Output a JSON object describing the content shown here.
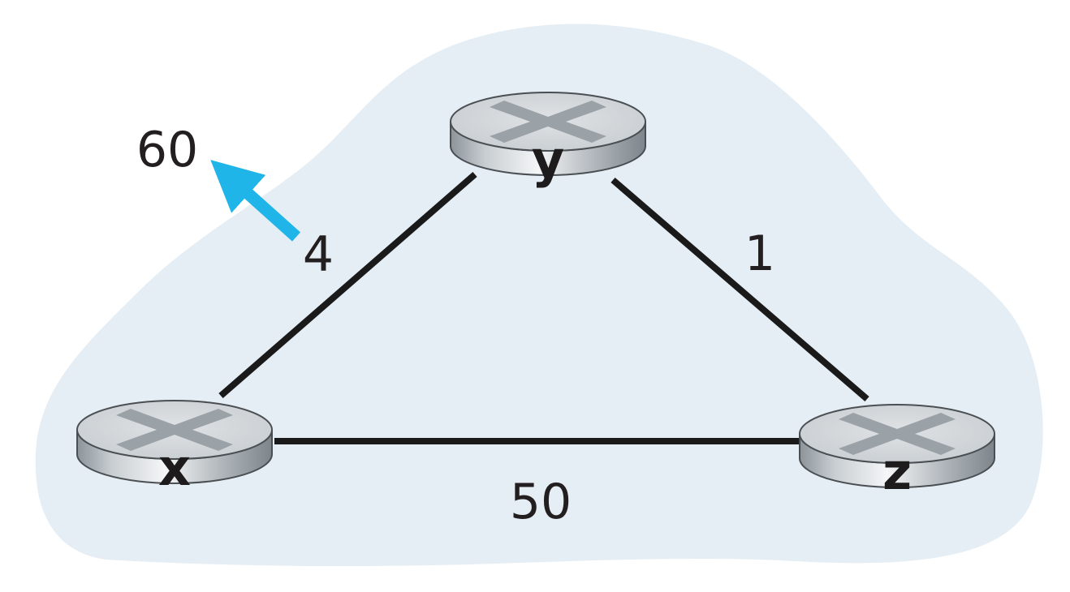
{
  "routers": [
    {
      "id": "x",
      "label": "x"
    },
    {
      "id": "y",
      "label": "y"
    },
    {
      "id": "z",
      "label": "z"
    }
  ],
  "links": [
    {
      "from": "x",
      "to": "y",
      "cost": "4"
    },
    {
      "from": "y",
      "to": "z",
      "cost": "1"
    },
    {
      "from": "x",
      "to": "z",
      "cost": "50"
    }
  ],
  "cost_change": {
    "link": "x-y",
    "new_cost": "60",
    "arrow_color": "#1fb5e8"
  },
  "colors": {
    "cloud": "#e5eef4",
    "link": "#1a1a1a",
    "router_top": "#d4d8dc",
    "router_side": "#9ba2a8",
    "router_mark": "#9aa1a7"
  }
}
